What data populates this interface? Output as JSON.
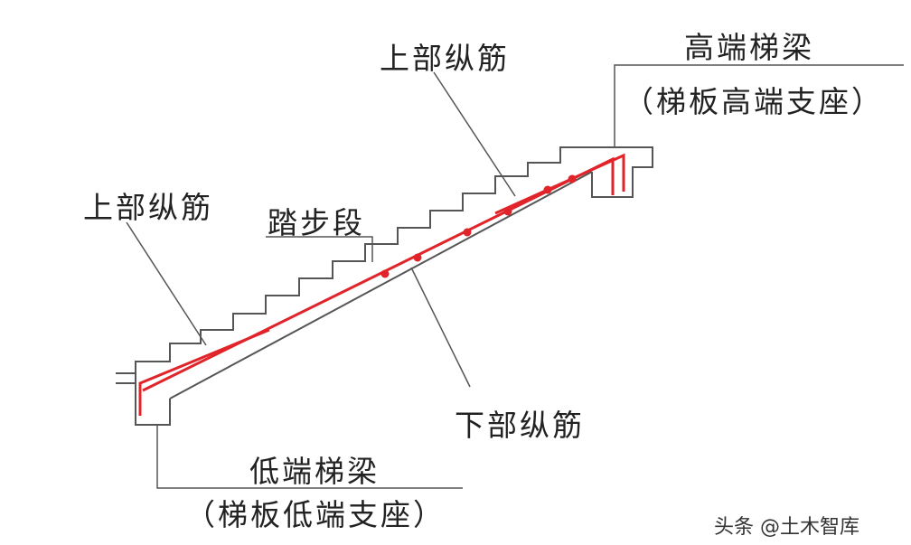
{
  "labels": {
    "high_beam": "高端梯梁",
    "high_support": "（梯板高端支座）",
    "upper_rebar_top": "上部纵筋",
    "upper_rebar_left": "上部纵筋",
    "step_section": "踏步段",
    "lower_rebar": "下部纵筋",
    "low_beam": "低端梯梁",
    "low_support": "（梯板低端支座）"
  },
  "watermark": "头条 @土木智库",
  "colors": {
    "rebar": "#e0242a",
    "outline": "#555555",
    "text": "#222222"
  }
}
